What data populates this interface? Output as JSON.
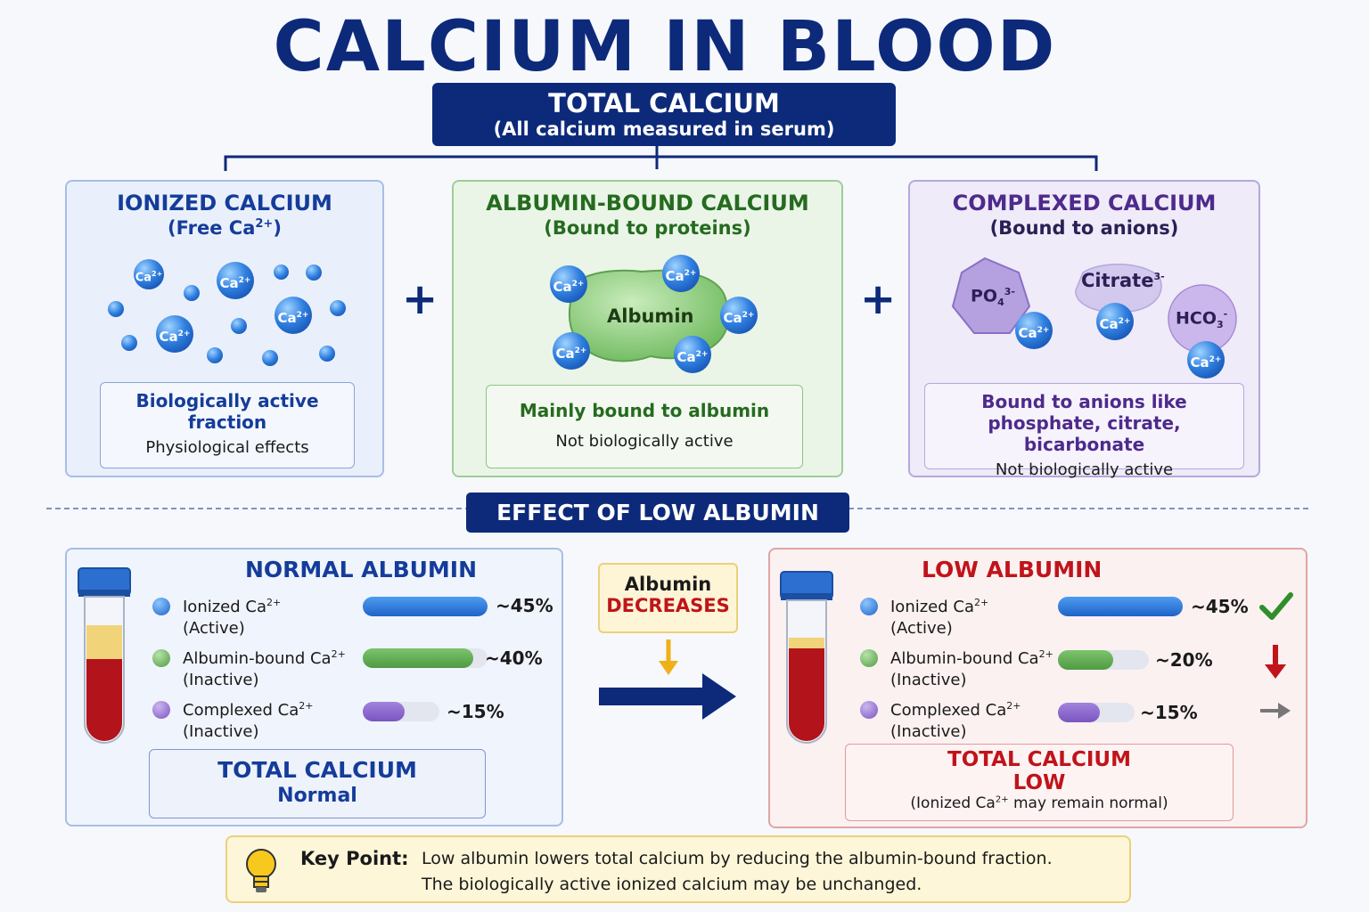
{
  "title": "CALCIUM IN BLOOD",
  "total": {
    "heading": "TOTAL CALCIUM",
    "subheading": "(All calcium measured in serum)"
  },
  "ion_label": "Ca",
  "ion_charge": "2+",
  "plus": "+",
  "ionized": {
    "heading": "IONIZED CALCIUM",
    "sub_prefix": "(Free Ca",
    "sub_suffix": ")",
    "box_line1": "Biologically active",
    "box_line2": "fraction",
    "box_line3": "Physiological effects"
  },
  "albumin_bound": {
    "heading": "ALBUMIN-BOUND CALCIUM",
    "subheading": "(Bound to proteins)",
    "protein_label": "Albumin",
    "box_line1": "Mainly bound to albumin",
    "box_line2": "Not biologically active"
  },
  "complexed": {
    "heading": "COMPLEXED CALCIUM",
    "subheading": "(Bound to anions)",
    "anion1": "PO",
    "anion1_sub": "4",
    "anion1_sup": "3-",
    "anion2": "Citrate",
    "anion2_sup": "3-",
    "anion3": "HCO",
    "anion3_sub": "3",
    "anion3_sup": "-",
    "box_line1": "Bound to anions like",
    "box_line2": "phosphate, citrate, bicarbonate",
    "box_line3": "Not biologically active"
  },
  "effect": {
    "heading": "EFFECT OF LOW ALBUMIN",
    "arrow_label1": "Albumin",
    "arrow_label2": "DECREASES"
  },
  "rows": {
    "ionized_label": "Ionized Ca",
    "ionized_state": "(Active)",
    "albumin_label": "Albumin-bound Ca",
    "albumin_state": "(Inactive)",
    "complexed_label": "Complexed Ca",
    "complexed_state": "(Inactive)"
  },
  "normal": {
    "heading": "NORMAL ALBUMIN",
    "ionized_pct": "~45%",
    "ionized_value": 45,
    "albumin_pct": "~40%",
    "albumin_value": 40,
    "complexed_pct": "~15%",
    "complexed_value": 15,
    "total_heading": "TOTAL CALCIUM",
    "total_status": "Normal"
  },
  "low": {
    "heading": "LOW ALBUMIN",
    "ionized_pct": "~45%",
    "ionized_value": 45,
    "albumin_pct": "~20%",
    "albumin_value": 20,
    "complexed_pct": "~15%",
    "complexed_value": 15,
    "total_heading": "TOTAL CALCIUM",
    "total_status": "LOW",
    "note_prefix": "(Ionized Ca",
    "note_suffix": " may remain normal)"
  },
  "key_point": {
    "label": "Key Point:",
    "line1": "Low albumin lowers total calcium by reducing the albumin-bound fraction.",
    "line2": "The biologically active ionized calcium may be unchanged."
  },
  "colors": {
    "navy": "#0d2a7a",
    "blue": "#2f7fe0",
    "green": "#5aa84c",
    "purple": "#8a63c9",
    "red": "#c0141a"
  },
  "icons": [
    "test-tube-icon",
    "lightbulb-icon",
    "check-icon",
    "down-arrow-icon",
    "right-arrow-icon"
  ]
}
